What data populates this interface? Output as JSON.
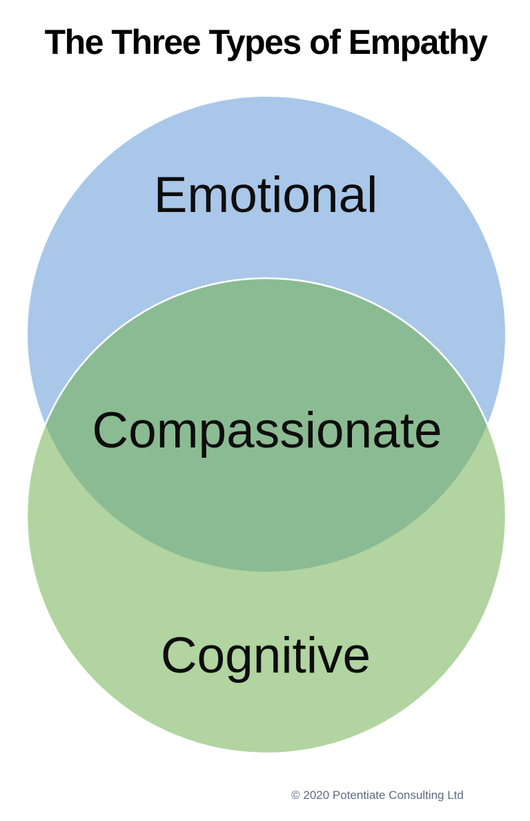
{
  "title": "The Three Types of Empathy",
  "title_color": "#000000",
  "diagram": {
    "type": "venn",
    "label_color": "#0d0d0d",
    "circle_stroke": "#ffffff",
    "circles": [
      {
        "id": "emotional",
        "label": "Emotional",
        "fill": "#A9C7E9"
      },
      {
        "id": "cognitive",
        "label": "Cognitive",
        "fill": "#B1D4A0"
      }
    ],
    "overlap": {
      "label": "Compassionate",
      "fill": "#8BBB93"
    }
  },
  "footer": {
    "copyright": "© 2020 Potentiate Consulting Ltd",
    "color": "#5C6B80"
  }
}
